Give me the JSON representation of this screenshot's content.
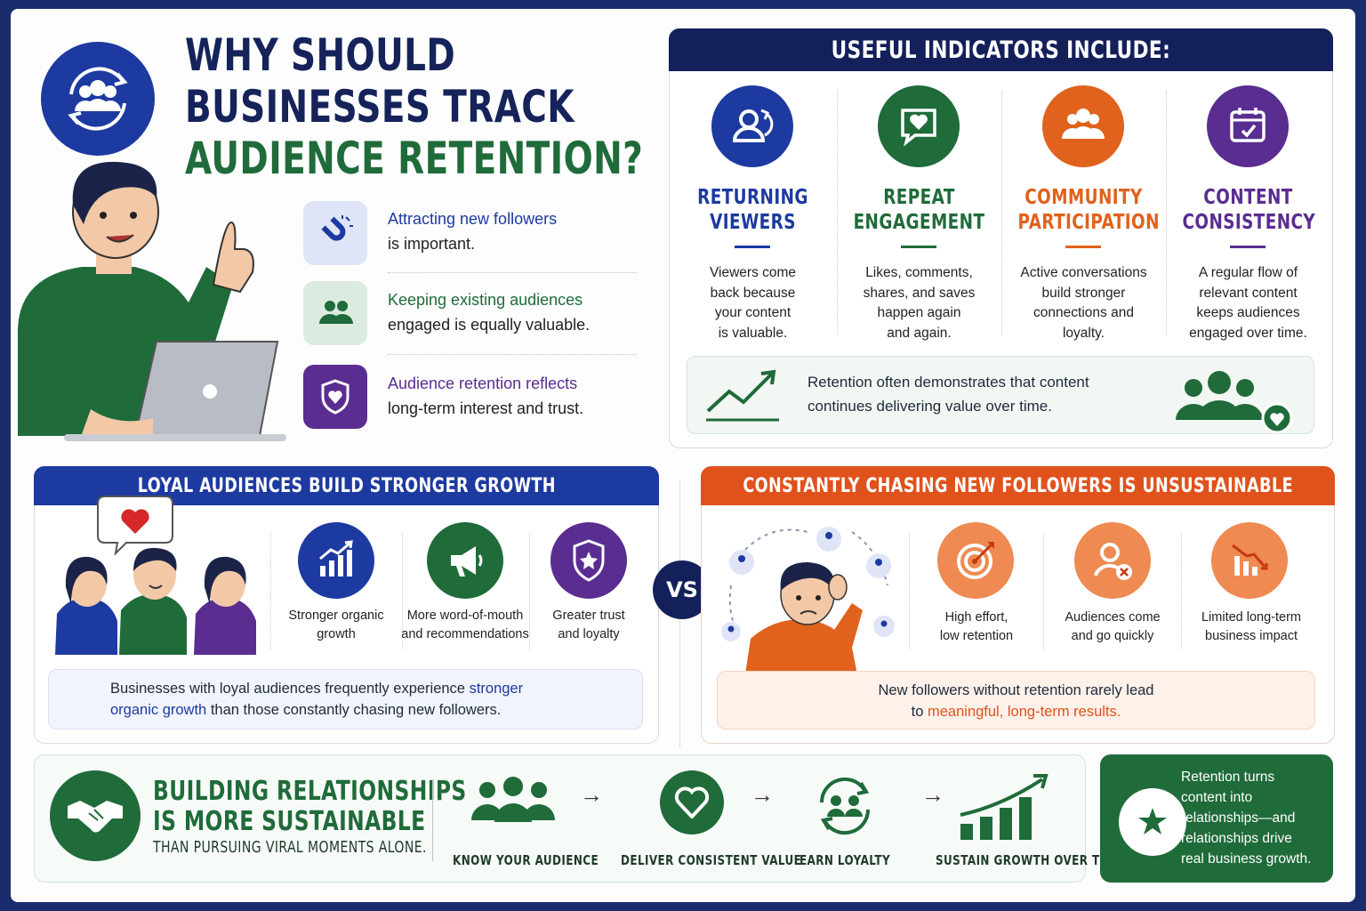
{
  "header": {
    "title_line1": "WHY SHOULD",
    "title_line2": "BUSINESSES TRACK",
    "title_line3": "AUDIENCE RETENTION?"
  },
  "points": [
    {
      "highlight": "Attracting new followers",
      "rest": "is important.",
      "color": "#1d3aa0",
      "icon": "magnet-icon"
    },
    {
      "highlight": "Keeping existing audiences",
      "rest": "engaged is equally valuable.",
      "color": "#1f6b3a",
      "icon": "users-icon"
    },
    {
      "highlight": "Audience retention reflects",
      "rest": "long-term interest and trust.",
      "color": "#5a2d91",
      "icon": "shield-heart-icon"
    }
  ],
  "indicators": {
    "heading": "USEFUL INDICATORS INCLUDE:",
    "items": [
      {
        "title1": "RETURNING",
        "title2": "VIEWERS",
        "desc": [
          "Viewers come",
          "back because",
          "your content",
          "is valuable."
        ],
        "color": "#1d3aa0",
        "icon": "returning-user-icon"
      },
      {
        "title1": "REPEAT",
        "title2": "ENGAGEMENT",
        "desc": [
          "Likes, comments,",
          "shares, and saves",
          "happen again",
          "and again."
        ],
        "color": "#1f6b3a",
        "icon": "heart-chat-icon"
      },
      {
        "title1": "COMMUNITY",
        "title2": "PARTICIPATION",
        "desc": [
          "Active conversations",
          "build stronger",
          "connections and",
          "loyalty."
        ],
        "color": "#e0621c",
        "icon": "community-icon"
      },
      {
        "title1": "CONTENT",
        "title2": "CONSISTENCY",
        "desc": [
          "A regular flow of",
          "relevant content",
          "keeps audiences",
          "engaged over time."
        ],
        "color": "#5a2d91",
        "icon": "calendar-check-icon"
      }
    ],
    "note_line1": "Retention often demonstrates that content",
    "note_line2": "continues delivering value over time."
  },
  "loyal": {
    "heading": "LOYAL AUDIENCES BUILD STRONGER GROWTH",
    "items": [
      {
        "line1": "Stronger organic",
        "line2": "growth",
        "icon": "growth-chart-icon",
        "color": "#1d3aa0"
      },
      {
        "line1": "More word-of-mouth",
        "line2": "and recommendations",
        "icon": "megaphone-icon",
        "color": "#1f6b3a"
      },
      {
        "line1": "Greater trust",
        "line2": "and loyalty",
        "icon": "shield-star-icon",
        "color": "#5a2d91"
      }
    ],
    "note_a": "Businesses with loyal audiences frequently experience ",
    "note_b": "stronger",
    "note_c": "organic growth",
    "note_d": " than those constantly chasing new followers."
  },
  "vs": "VS",
  "chase": {
    "heading": "CONSTANTLY CHASING NEW FOLLOWERS IS UNSUSTAINABLE",
    "items": [
      {
        "line1": "High effort,",
        "line2": "low retention",
        "icon": "target-icon"
      },
      {
        "line1": "Audiences come",
        "line2": "and go quickly",
        "icon": "user-remove-icon"
      },
      {
        "line1": "Limited long-term",
        "line2": "business impact",
        "icon": "declining-chart-icon"
      }
    ],
    "note_line1": "New followers without retention rarely lead",
    "note_to": "to ",
    "note_hl": "meaningful, long-term results."
  },
  "bottom": {
    "title1": "BUILDING RELATIONSHIPS",
    "title2": "IS MORE SUSTAINABLE",
    "subtitle": "THAN PURSUING VIRAL MOMENTS ALONE.",
    "steps": [
      "KNOW YOUR AUDIENCE",
      "DELIVER CONSISTENT VALUE",
      "EARN LOYALTY",
      "SUSTAIN GROWTH OVER TIME"
    ],
    "arrow": "→",
    "green_box": [
      "Retention turns",
      "content into",
      "relationships—and",
      "relationships drive",
      "real business growth."
    ]
  }
}
